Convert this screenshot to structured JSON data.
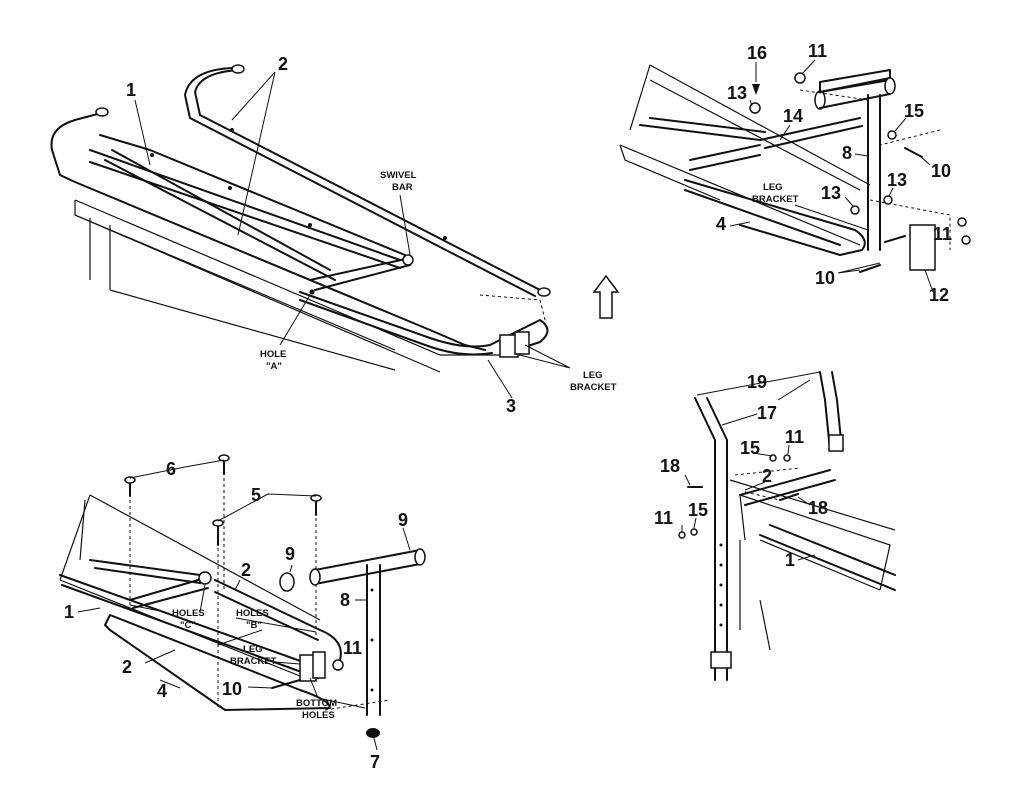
{
  "views": {
    "top_left": {
      "callouts": [
        "1",
        "2",
        "3"
      ],
      "labels": {
        "swivel_bar": [
          "SWIVEL",
          "BAR"
        ],
        "hole_a": [
          "HOLE",
          "\"A\""
        ],
        "leg_bracket": [
          "LEG",
          "BRACKET"
        ]
      }
    },
    "up_arrow": {
      "label": "UP"
    },
    "top_right": {
      "callouts": [
        "16",
        "11",
        "13",
        "14",
        "15",
        "8",
        "10",
        "13",
        "13",
        "4",
        "11",
        "10",
        "12"
      ],
      "labels": {
        "leg_bracket": [
          "LEG",
          "BRACKET"
        ]
      }
    },
    "bottom_left": {
      "callouts": [
        "6",
        "5",
        "9",
        "9",
        "2",
        "8",
        "1",
        "2",
        "11",
        "4",
        "10",
        "7"
      ],
      "labels": {
        "holes_c": [
          "HOLES",
          "\"C\""
        ],
        "holes_b": [
          "HOLES",
          "\"B\""
        ],
        "leg_bracket": [
          "LEG",
          "BRACKET"
        ],
        "bottom_holes": [
          "BOTTOM",
          "HOLES"
        ]
      }
    },
    "bottom_right": {
      "callouts": [
        "19",
        "17",
        "15",
        "11",
        "2",
        "18",
        "18",
        "11",
        "15",
        "1"
      ]
    }
  }
}
